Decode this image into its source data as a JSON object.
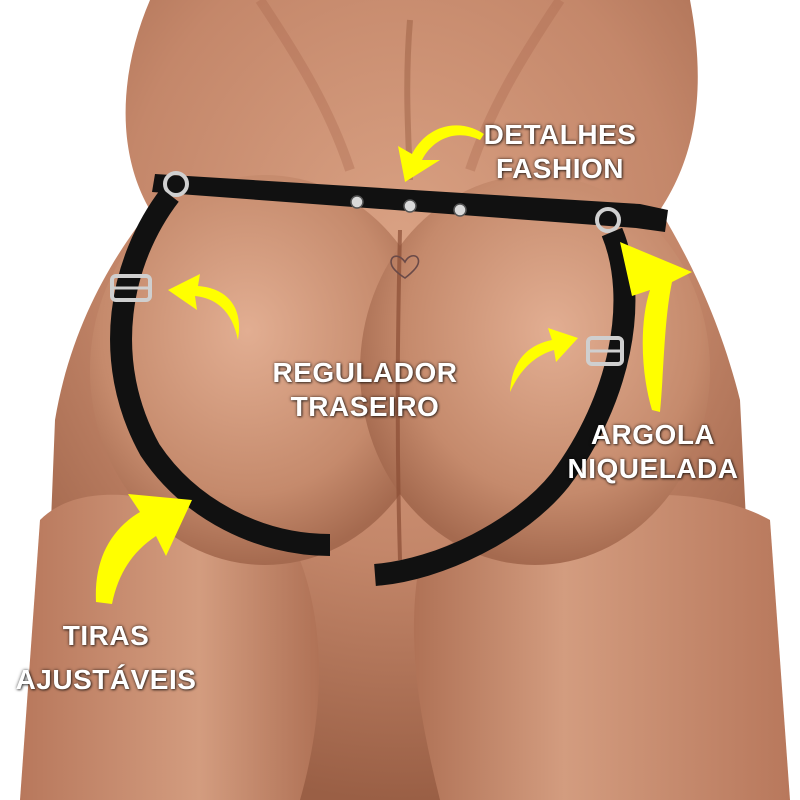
{
  "labels": {
    "detalhes": [
      "DETALHES",
      "FASHION"
    ],
    "regulador": [
      "REGULADOR",
      "TRASEIRO"
    ],
    "argola": [
      "ARGOLA",
      "NIQUELADA"
    ],
    "tiras": [
      "TIRAS",
      "AJUSTÁVEIS"
    ]
  },
  "colors": {
    "arrow": "#ffff00",
    "strap": "#111111",
    "skin": "#c98a6a",
    "metal": "#cfcfcf",
    "label_text": "#ffffff"
  }
}
